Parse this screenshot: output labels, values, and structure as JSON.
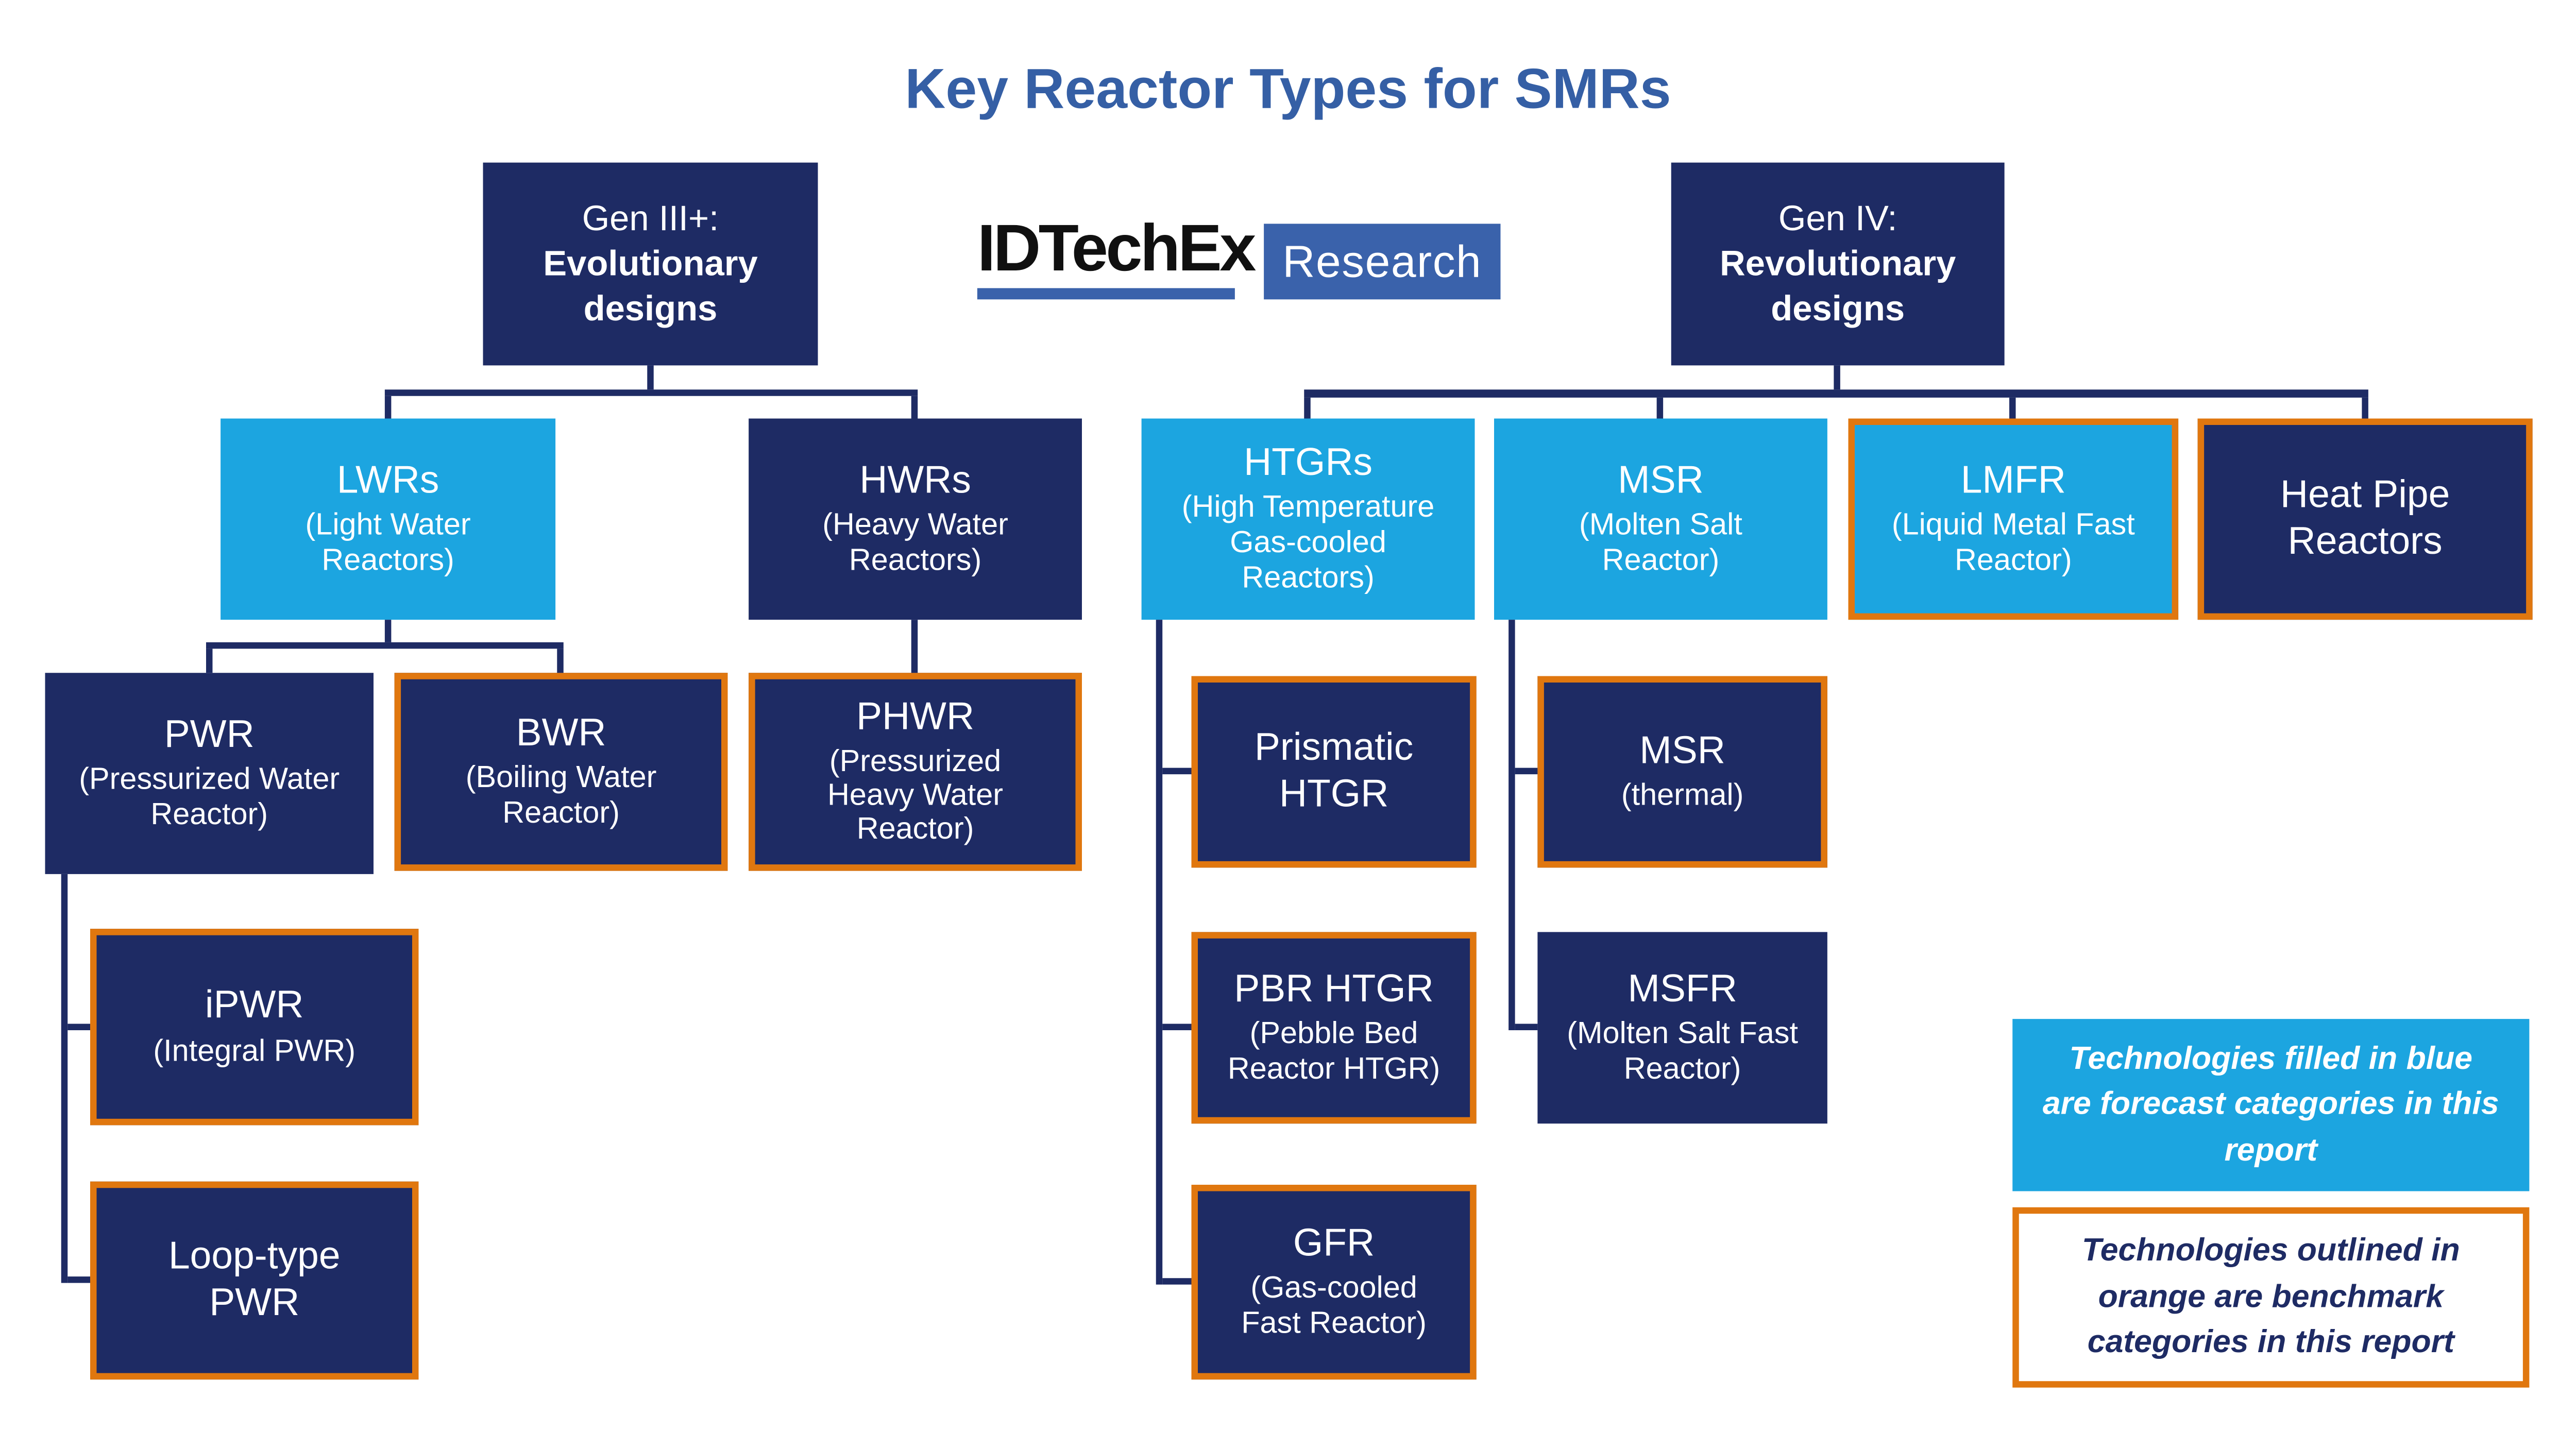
{
  "title": "Key Reactor Types for SMRs",
  "logo": {
    "brand": "IDTechEx",
    "suffix": "Research"
  },
  "colors": {
    "navy": "#1e2b64",
    "light_blue": "#1ca5e0",
    "orange": "#e0770f",
    "title_blue": "#355fa5",
    "logo_blue": "#3a62ab"
  },
  "nodes": {
    "gen3": {
      "title": "Gen III+:",
      "subtitle": "Evolutionary designs",
      "filled_blue": false,
      "outlined_orange": false
    },
    "gen4": {
      "title": "Gen IV:",
      "subtitle": "Revolutionary designs",
      "filled_blue": false,
      "outlined_orange": false
    },
    "lwrs": {
      "title": "LWRs",
      "subtitle": "(Light Water Reactors)",
      "filled_blue": true,
      "outlined_orange": false
    },
    "hwrs": {
      "title": "HWRs",
      "subtitle": "(Heavy Water Reactors)",
      "filled_blue": false,
      "outlined_orange": false
    },
    "htgrs": {
      "title": "HTGRs",
      "subtitle": "(High Temperature Gas-cooled Reactors)",
      "filled_blue": true,
      "outlined_orange": false
    },
    "msr": {
      "title": "MSR",
      "subtitle": "(Molten Salt Reactor)",
      "filled_blue": true,
      "outlined_orange": false
    },
    "lmfr": {
      "title": "LMFR",
      "subtitle": "(Liquid Metal Fast Reactor)",
      "filled_blue": true,
      "outlined_orange": true
    },
    "heatpipe": {
      "title": "Heat Pipe Reactors",
      "subtitle": "",
      "filled_blue": false,
      "outlined_orange": true
    },
    "pwr": {
      "title": "PWR",
      "subtitle": "(Pressurized Water Reactor)",
      "filled_blue": false,
      "outlined_orange": false
    },
    "bwr": {
      "title": "BWR",
      "subtitle": "(Boiling Water Reactor)",
      "filled_blue": false,
      "outlined_orange": true
    },
    "phwr": {
      "title": "PHWR",
      "subtitle": "(Pressurized Heavy Water Reactor)",
      "filled_blue": false,
      "outlined_orange": true
    },
    "prismatic": {
      "title": "Prismatic HTGR",
      "subtitle": "",
      "filled_blue": false,
      "outlined_orange": true
    },
    "msrthermal": {
      "title": "MSR",
      "subtitle": "(thermal)",
      "filled_blue": false,
      "outlined_orange": true
    },
    "ipwr": {
      "title": "iPWR",
      "subtitle": "(Integral PWR)",
      "filled_blue": false,
      "outlined_orange": true
    },
    "pbr": {
      "title": "PBR HTGR",
      "subtitle": "(Pebble Bed Reactor HTGR)",
      "filled_blue": false,
      "outlined_orange": true
    },
    "msfr": {
      "title": "MSFR",
      "subtitle": "(Molten Salt Fast Reactor)",
      "filled_blue": false,
      "outlined_orange": false
    },
    "looppwr": {
      "title": "Loop-type PWR",
      "subtitle": "",
      "filled_blue": false,
      "outlined_orange": true
    },
    "gfr": {
      "title": "GFR",
      "subtitle": "(Gas-cooled Fast Reactor)",
      "filled_blue": false,
      "outlined_orange": true
    }
  },
  "legend": {
    "forecast": "Technologies filled in blue are forecast categories in this report",
    "benchmark": "Technologies outlined in orange are benchmark categories in this report"
  }
}
